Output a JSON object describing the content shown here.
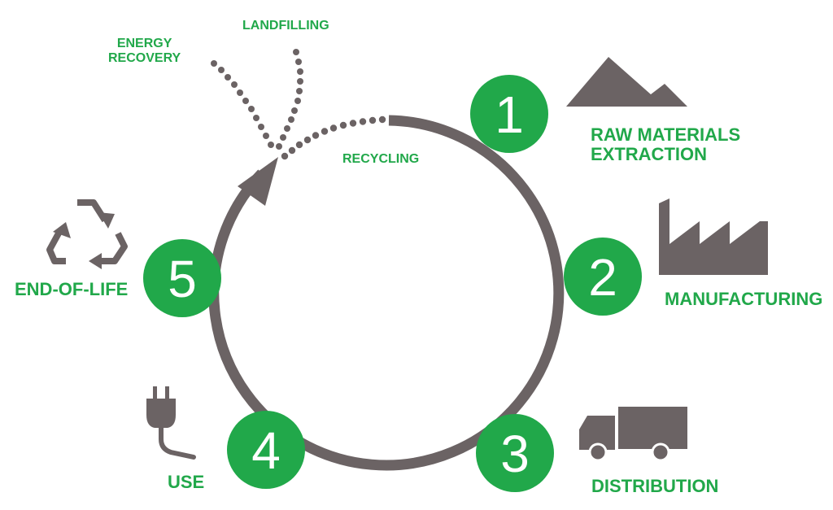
{
  "diagram": {
    "stages": [
      {
        "number": "1",
        "label_lines": [
          "RAW MATERIALS",
          "EXTRACTION"
        ],
        "icon": "mountain-icon"
      },
      {
        "number": "2",
        "label_lines": [
          "MANUFACTURING"
        ],
        "icon": "factory-icon"
      },
      {
        "number": "3",
        "label_lines": [
          "DISTRIBUTION"
        ],
        "icon": "truck-icon"
      },
      {
        "number": "4",
        "label_lines": [
          "USE"
        ],
        "icon": "plug-icon"
      },
      {
        "number": "5",
        "label_lines": [
          "END-OF-LIFE"
        ],
        "icon": "recycle-icon"
      }
    ],
    "recycling_label": "RECYCLING",
    "energy_recovery_lines": [
      "ENERGY",
      "RECOVERY"
    ],
    "landfilling_label": "LANDFILLING",
    "colors": {
      "green": "#21a84a",
      "gray": "#6b6364",
      "white": "#ffffff"
    }
  }
}
